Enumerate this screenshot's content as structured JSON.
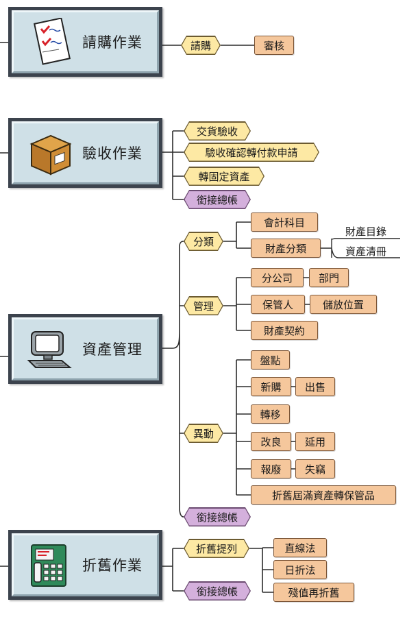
{
  "modules": {
    "purchase": {
      "title": "請購作業",
      "icon": "purchase-form-icon"
    },
    "receiving": {
      "title": "驗收作業",
      "icon": "package-box-icon"
    },
    "asset": {
      "title": "資產管理",
      "icon": "computer-icon"
    },
    "depreciation": {
      "title": "折舊作業",
      "icon": "telephone-icon"
    }
  },
  "purchase": {
    "step1": "請購",
    "step2": "審核"
  },
  "receiving": {
    "items": [
      "交貨驗收",
      "驗收確認轉付款申請",
      "轉固定資產",
      "銜接總帳"
    ]
  },
  "asset": {
    "classify": {
      "label": "分類",
      "account": "會計科目",
      "property_class": "財產分類",
      "catalog": "財產目錄",
      "inventory_list": "資產清冊"
    },
    "manage": {
      "label": "管理",
      "branch": "分公司",
      "dept": "部門",
      "custodian": "保管人",
      "location": "儲放位置",
      "contract": "財產契約"
    },
    "change": {
      "label": "異動",
      "stocktake": "盤點",
      "new_purchase": "新購",
      "sale": "出售",
      "transfer": "轉移",
      "improve": "改良",
      "extend": "延用",
      "scrap": "報廢",
      "loss": "失竊",
      "expired": "折舊屆滿資產轉保管品"
    },
    "ledger": "銜接總帳"
  },
  "depreciation": {
    "provision": "折舊提列",
    "methods": [
      "直線法",
      "日折法",
      "殘值再折舊"
    ],
    "ledger": "銜接總帳"
  },
  "colors": {
    "module_frame": "#3c434d",
    "module_face": "#cfe0e7",
    "hex_yellow": "#fde9a4",
    "hex_purple": "#d4b0dc",
    "box_orange": "#f5c79c"
  }
}
